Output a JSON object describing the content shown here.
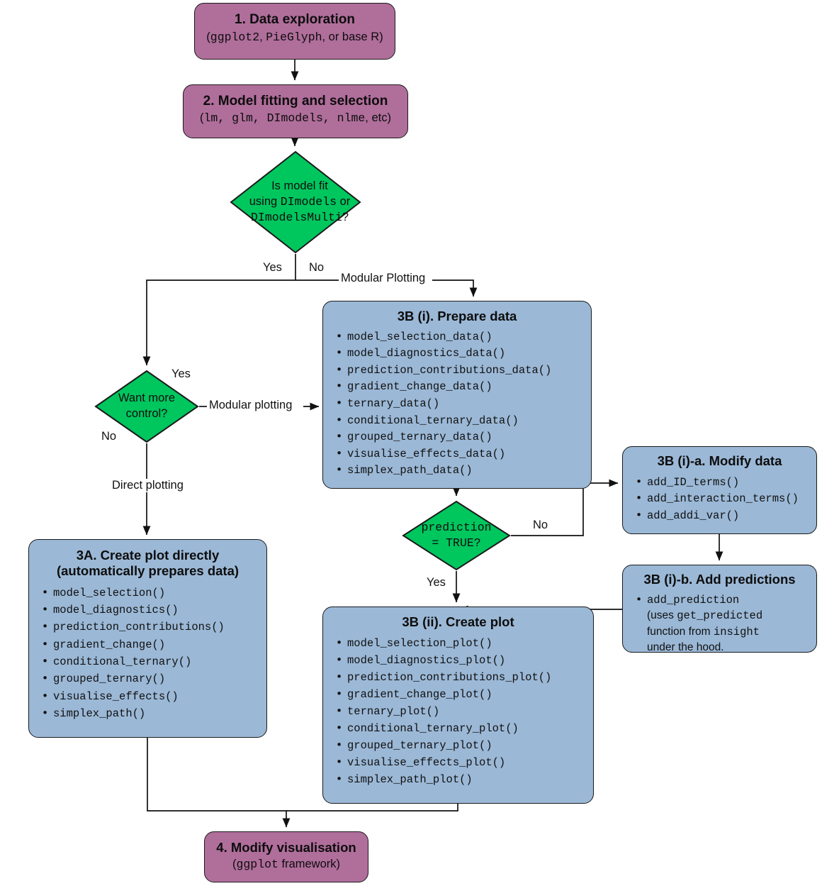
{
  "diagram": {
    "title": "DImodelsVis workflow flowchart",
    "colors": {
      "purple": "#b06e9b",
      "blue": "#9bb8d6",
      "green": "#00c65e",
      "stroke": "#1a1a1a"
    }
  },
  "nodes": {
    "data_exploration": {
      "title": "1. Data exploration",
      "subtitle_pre": "(",
      "subtitle_mono1": "ggplot2",
      "subtitle_mid1": ", ",
      "subtitle_mono2": "PieGlyph",
      "subtitle_post": ", or base R)"
    },
    "model_fitting": {
      "title": "2. Model fitting and selection",
      "subtitle_pre": "(",
      "subtitle_mono": "lm, glm, DImodels, nlme",
      "subtitle_post": ", etc)"
    },
    "decision_model_fit": {
      "line1": "Is model fit",
      "line2_pre": "using ",
      "line2_mono": "DImodels",
      "line2_post": " or",
      "line3_mono": "DImodelsMulti",
      "line3_post": "?"
    },
    "decision_control": {
      "line1": "Want more",
      "line2": "control?"
    },
    "decision_prediction": {
      "line1": "prediction",
      "line2": "= TRUE?"
    },
    "prepare_data": {
      "title": "3B (i). Prepare data",
      "items": [
        "model_selection_data()",
        "model_diagnostics_data()",
        "prediction_contributions_data()",
        "gradient_change_data()",
        "ternary_data()",
        "conditional_ternary_data()",
        "grouped_ternary_data()",
        "visualise_effects_data()",
        "simplex_path_data()"
      ]
    },
    "modify_data": {
      "title": "3B (i)-a. Modify data",
      "items": [
        "add_ID_terms()",
        "add_interaction_terms()",
        "add_addi_var()"
      ]
    },
    "add_predictions": {
      "title": "3B (i)-b. Add predictions",
      "item_mono1": "add_prediction",
      "item_line2_pre": "(uses ",
      "item_line2_mono": "get_predicted",
      "item_line3_pre": "function from ",
      "item_line3_mono": "insight",
      "item_line4": "under the hood."
    },
    "create_plot_directly": {
      "title_line1": "3A. Create plot directly",
      "title_line2": "(automatically prepares data)",
      "items": [
        "model_selection()",
        "model_diagnostics()",
        "prediction_contributions()",
        "gradient_change()",
        "conditional_ternary()",
        "grouped_ternary()",
        "visualise_effects()",
        "simplex_path()"
      ]
    },
    "create_plot": {
      "title": "3B (ii). Create plot",
      "items": [
        "model_selection_plot()",
        "model_diagnostics_plot()",
        "prediction_contributions_plot()",
        "gradient_change_plot()",
        "ternary_plot()",
        "conditional_ternary_plot()",
        "grouped_ternary_plot()",
        "visualise_effects_plot()",
        "simplex_path_plot()"
      ]
    },
    "modify_visualisation": {
      "title": "4. Modify visualisation",
      "subtitle_pre": "(",
      "subtitle_mono": "ggplot",
      "subtitle_post": " framework)"
    }
  },
  "edge_labels": {
    "yes_model_fit": "Yes",
    "no_model_fit": "No",
    "modular_plotting_upper": "Modular Plotting",
    "yes_control": "Yes",
    "no_control": "No",
    "modular_plotting_lower": "Modular plotting",
    "direct_plotting": "Direct plotting",
    "no_prediction": "No",
    "yes_prediction": "Yes"
  }
}
